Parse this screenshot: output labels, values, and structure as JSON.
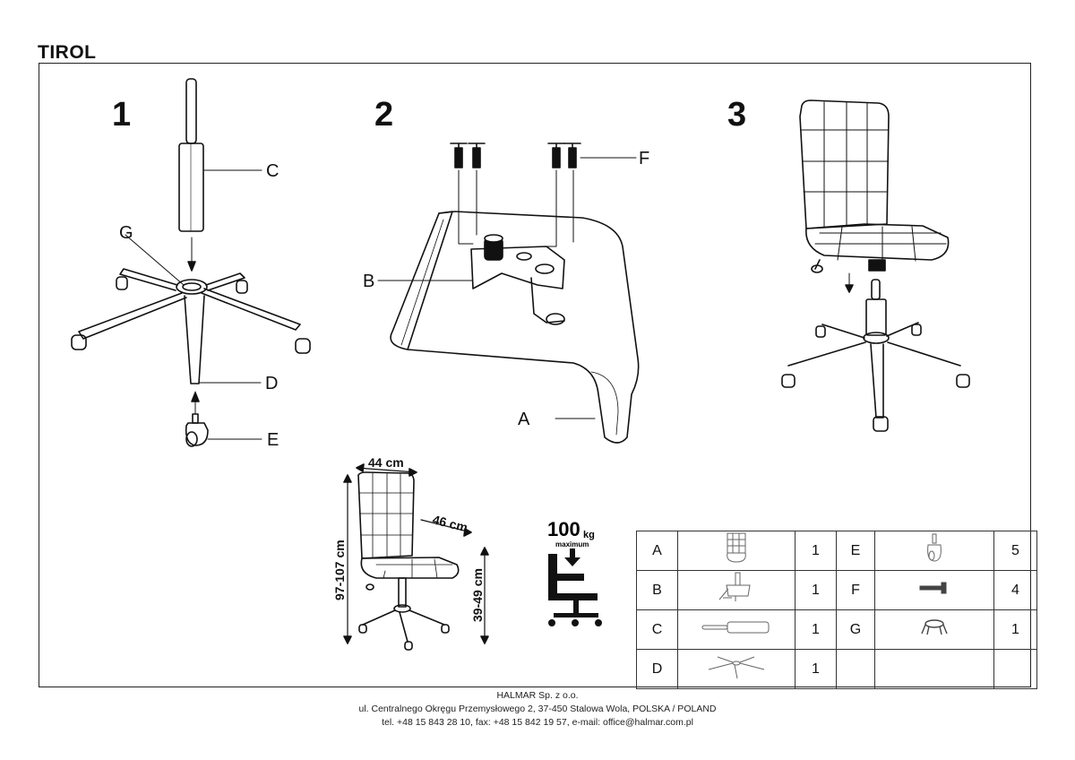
{
  "document": {
    "title": "TIROL",
    "steps": [
      "1",
      "2",
      "3"
    ],
    "labels": {
      "A": "A",
      "B": "B",
      "C": "C",
      "D": "D",
      "E": "E",
      "F": "F",
      "G": "G"
    },
    "dimensions": {
      "width": "44 cm",
      "depth": "46 cm",
      "height": "97-107 cm",
      "seat_height": "39-49 cm"
    },
    "load": {
      "value": "100",
      "unit": "kg",
      "note": "maximum"
    }
  },
  "parts_table": {
    "rows": [
      {
        "left_code": "A",
        "left_icon": "chair-seat-icon",
        "left_qty": "1",
        "right_code": "E",
        "right_icon": "castor-icon",
        "right_qty": "5"
      },
      {
        "left_code": "B",
        "left_icon": "mechanism-icon",
        "left_qty": "1",
        "right_code": "F",
        "right_icon": "screw-icon",
        "right_qty": "4"
      },
      {
        "left_code": "C",
        "left_icon": "gas-lift-icon",
        "left_qty": "1",
        "right_code": "G",
        "right_icon": "cover-ring-icon",
        "right_qty": "1"
      },
      {
        "left_code": "D",
        "left_icon": "star-base-icon",
        "left_qty": "1",
        "right_code": "",
        "right_icon": "",
        "right_qty": ""
      }
    ]
  },
  "footer": {
    "company": "HALMAR Sp. z o.o.",
    "address": "ul. Centralnego Okręgu Przemysłowego 2, 37-450 Stalowa Wola, POLSKA / POLAND",
    "contact": "tel. +48 15 843 28 10, fax: +48 15 842 19 57, e-mail: office@halmar.com.pl"
  }
}
